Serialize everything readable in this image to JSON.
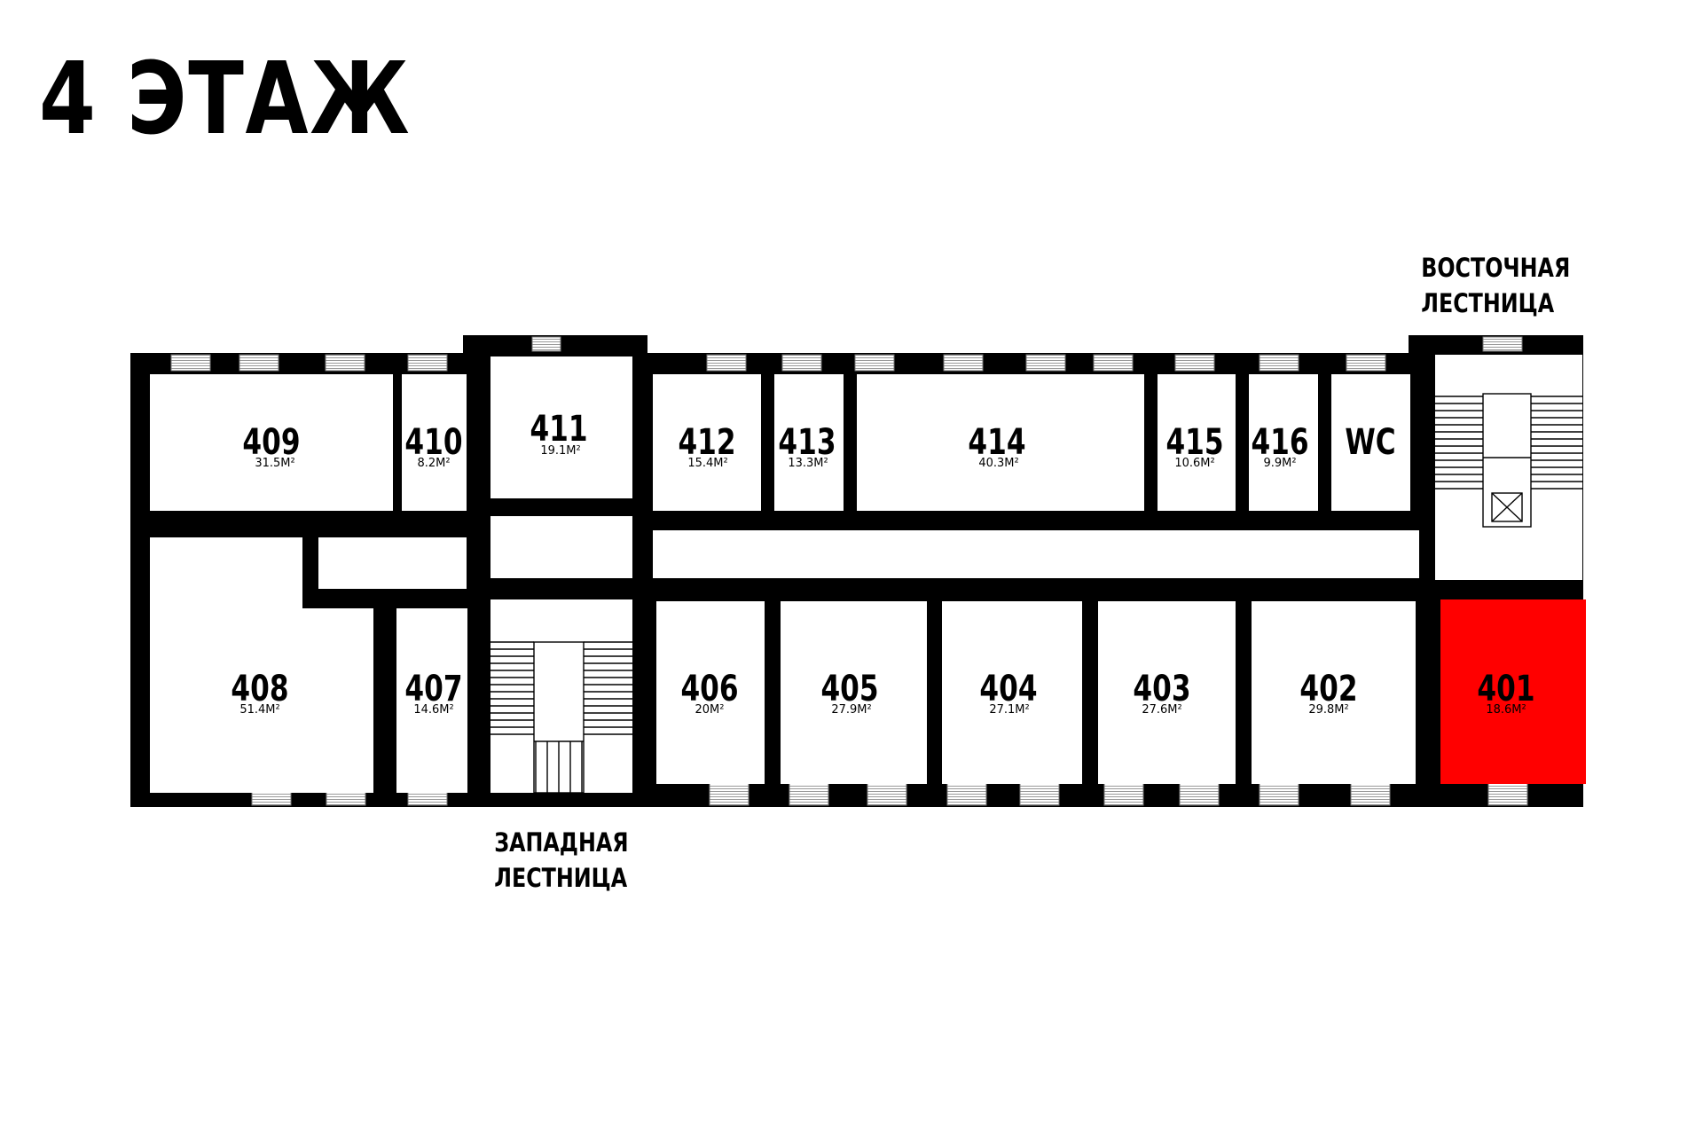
{
  "floor_title": "4 ЭТАЖ",
  "stairs": {
    "east": {
      "line1": "ВОСТОЧНАЯ",
      "line2": "ЛЕСТНИЦА"
    },
    "west": {
      "line1": "ЗАПАДНАЯ",
      "line2": "ЛЕСТНИЦА"
    }
  },
  "colors": {
    "wall": "#000000",
    "room": "#ffffff",
    "highlight": "#ff0000"
  },
  "icons": {
    "elevator": "elevator-cross-icon",
    "window": "window-lines-icon"
  },
  "rooms": {
    "r401": {
      "number": "401",
      "area": "18.6М²",
      "highlighted": true
    },
    "r402": {
      "number": "402",
      "area": "29.8М²"
    },
    "r403": {
      "number": "403",
      "area": "27.6М²"
    },
    "r404": {
      "number": "404",
      "area": "27.1М²"
    },
    "r405": {
      "number": "405",
      "area": "27.9М²"
    },
    "r406": {
      "number": "406",
      "area": "20М²"
    },
    "r407": {
      "number": "407",
      "area": "14.6М²"
    },
    "r408": {
      "number": "408",
      "area": "51.4М²"
    },
    "r409": {
      "number": "409",
      "area": "31.5М²"
    },
    "r410": {
      "number": "410",
      "area": "8.2М²"
    },
    "r411": {
      "number": "411",
      "area": "19.1М²"
    },
    "r412": {
      "number": "412",
      "area": "15.4М²"
    },
    "r413": {
      "number": "413",
      "area": "13.3М²"
    },
    "r414": {
      "number": "414",
      "area": "40.3М²"
    },
    "r415": {
      "number": "415",
      "area": "10.6М²"
    },
    "r416": {
      "number": "416",
      "area": "9.9М²"
    },
    "wc": {
      "number": "WC"
    }
  }
}
